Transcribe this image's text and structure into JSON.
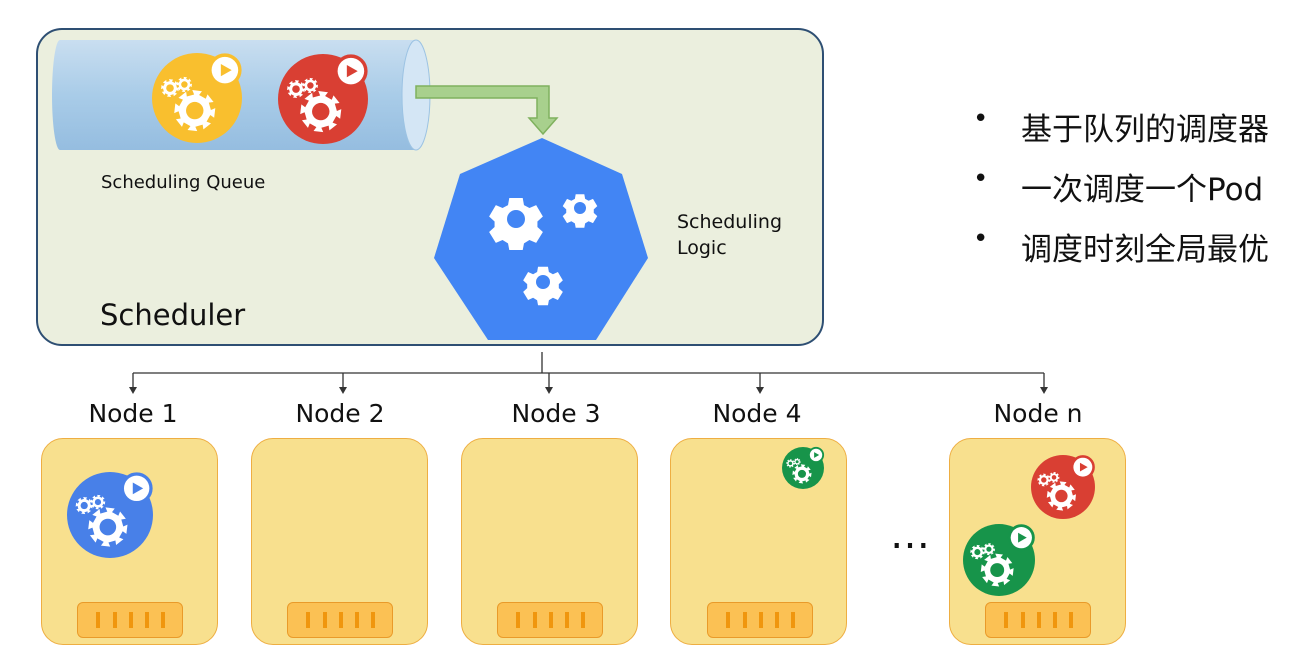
{
  "scheduler": {
    "title": "Scheduler",
    "queue_label": "Scheduling Queue",
    "logic_label_line1": "Scheduling",
    "logic_label_line2": "Logic"
  },
  "bullets": [
    "基于队列的调度器",
    "一次调度一个Pod",
    "调度时刻全局最优"
  ],
  "nodes": [
    {
      "label": "Node 1",
      "pods": [
        "blue"
      ]
    },
    {
      "label": "Node 2",
      "pods": []
    },
    {
      "label": "Node 3",
      "pods": []
    },
    {
      "label": "Node 4",
      "pods": [
        "green"
      ]
    },
    {
      "label": "Node n",
      "pods": [
        "red",
        "green"
      ]
    }
  ],
  "queue_pods": [
    "yellow",
    "red"
  ],
  "ellipsis": "…",
  "colors": {
    "scheduler_bg": "#ebefde",
    "scheduler_border": "#2e4f73",
    "queue_tube": "#a9cce8",
    "arrow_green": "#a8d08d",
    "logic_blue": "#4285f4",
    "node_fill": "#f8e08e",
    "node_border": "#eeae42",
    "pod_yellow": "#f9bf2e",
    "pod_red": "#d93f33",
    "pod_blue": "#4880e8",
    "pod_green": "#17944a"
  }
}
